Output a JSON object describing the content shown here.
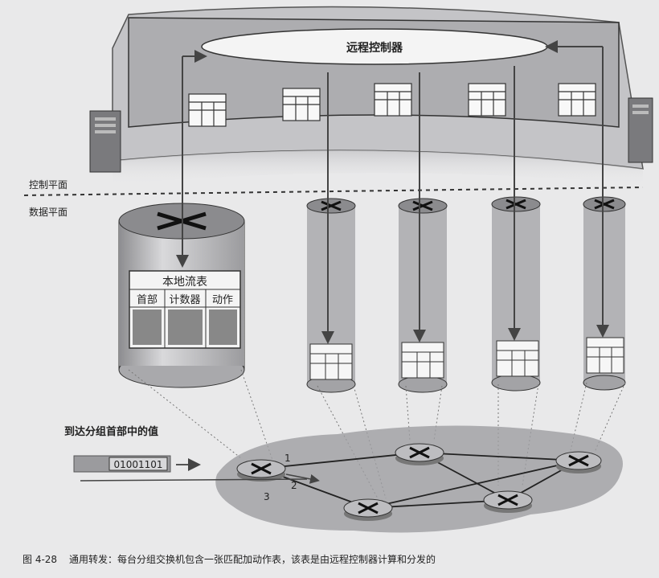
{
  "controller": {
    "label": "远程控制器"
  },
  "planes": {
    "control": "控制平面",
    "data": "数据平面"
  },
  "local_table": {
    "title": "本地流表",
    "columns": [
      "首部",
      "计数器",
      "动作"
    ]
  },
  "packet": {
    "caption": "到达分组首部中的值",
    "bits": "01001101"
  },
  "ports": [
    "1",
    "2",
    "3"
  ],
  "caption": {
    "figure": "图 4-28",
    "text": "通用转发：每台分组交换机包含一张匹配加动作表，该表是由远程控制器计算和分发的"
  },
  "colors": {
    "paper": "#e9e9ea",
    "band": "#b9b9bc",
    "ink": "#2b2b2b"
  }
}
